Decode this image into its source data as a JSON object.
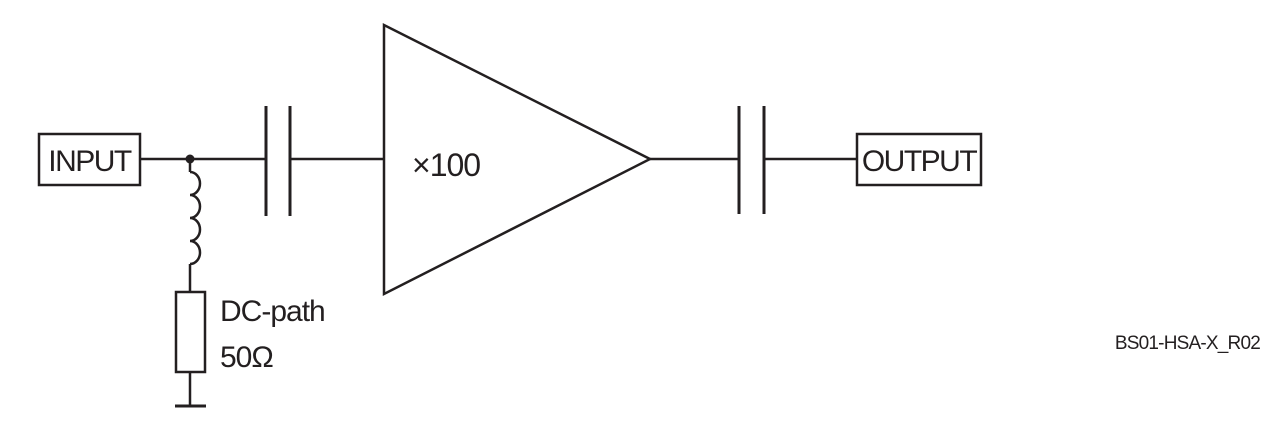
{
  "diagram": {
    "input_label": "INPUT",
    "output_label": "OUTPUT",
    "amplifier_gain": "×100",
    "dc_path_label": "DC-path",
    "dc_path_resistance": "50Ω",
    "reference_code": "BS01-HSA-X_R02",
    "line_color": "#231f20"
  }
}
